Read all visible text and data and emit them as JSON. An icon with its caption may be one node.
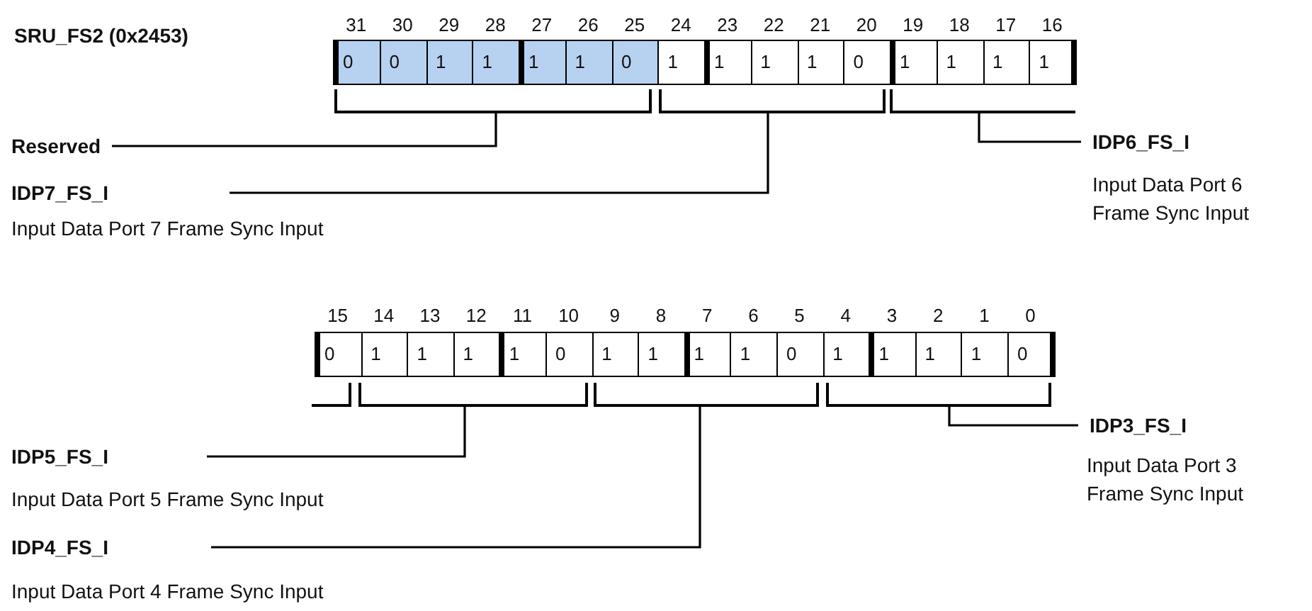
{
  "diagram": {
    "title": "SRU_FS2 (0x2453)",
    "nodes": [
      {
        "text": [
          "Reserved"
        ]
      },
      {
        "text": [
          "IDP7_FS_I"
        ],
        "beside": [
          "Input Data Port 7 Frame Sync Input"
        ]
      },
      {
        "text": [
          "IDP6_FS_I"
        ],
        "beside": [
          "Input Data Port 6 Frame Sync Input"
        ]
      },
      {
        "text": [
          "IDP5_FS_I"
        ],
        "beside": [
          "Input Data Port 5 Frame Sync Input"
        ]
      },
      {
        "text": [
          "IDP4_FS_I"
        ],
        "beside": [
          "Input Data Port 4 Frame Sync Input"
        ]
      },
      {
        "text": [
          "IDP3_FS_I"
        ],
        "beside": [
          "Input Data Port 3 Frame Sync Input"
        ]
      },
      {
        "text": [],
        "shape": "bracket"
      },
      {
        "text": [],
        "shape": "bracket"
      },
      {
        "text": [],
        "shape": "bracket"
      },
      {
        "text": [],
        "shape": "bracket"
      },
      {
        "text": [],
        "shape": "bracket"
      },
      {
        "text": [],
        "shape": "bracket"
      },
      {
        "text": [],
        "shape": "bracket"
      }
    ],
    "edges": [
      {
        "from": 0,
        "to": 6,
        "arrow": "none"
      },
      {
        "from": 1,
        "to": 7,
        "arrow": "none"
      },
      {
        "from": 2,
        "to": 8,
        "arrow": "none"
      },
      {
        "from": 3,
        "to": 10,
        "arrow": "none"
      },
      {
        "from": 4,
        "to": 11,
        "arrow": "none"
      },
      {
        "from": 5,
        "to": 12,
        "arrow": "none"
      }
    ],
    "labels": [
      "31",
      "30",
      "29",
      "28",
      "27",
      "26",
      "25",
      "24",
      "23",
      "22",
      "21",
      "20",
      "19",
      "18",
      "17",
      "16",
      "0",
      "0",
      "1",
      "1",
      "1",
      "1",
      "0",
      "1",
      "1",
      "1",
      "1",
      "0",
      "1",
      "1",
      "1",
      "1",
      "15",
      "14",
      "13",
      "12",
      "11",
      "10",
      "9",
      "8",
      "7",
      "6",
      "5",
      "4",
      "3",
      "2",
      "1",
      "0",
      "0",
      "1",
      "1",
      "1",
      "1",
      "0",
      "1",
      "1",
      "1",
      "1",
      "0",
      "1",
      "1",
      "1",
      "1",
      "0"
    ]
  }
}
